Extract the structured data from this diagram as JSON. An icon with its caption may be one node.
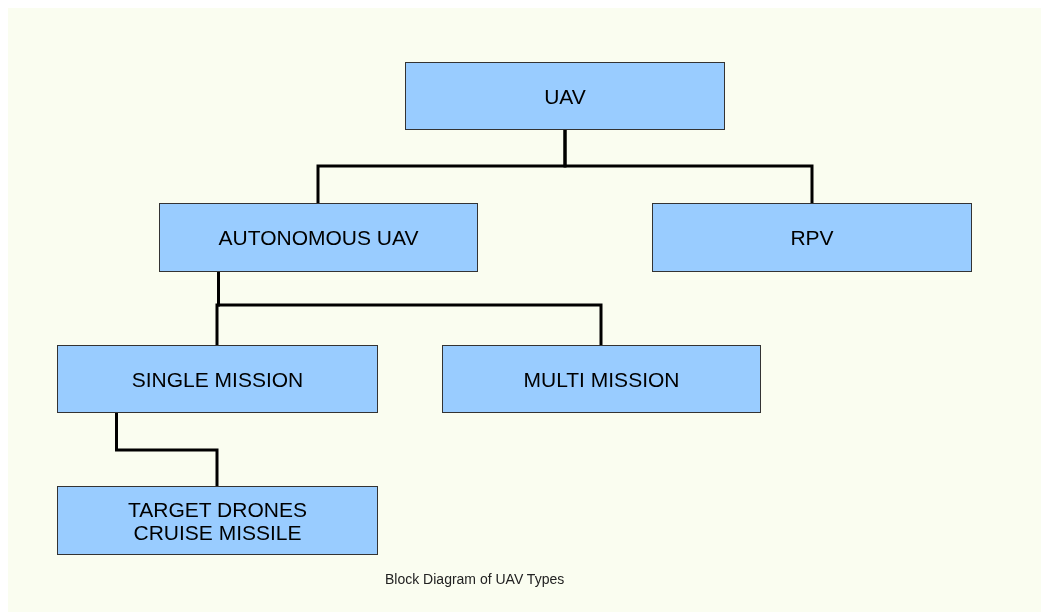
{
  "diagram": {
    "caption": "Block Diagram of UAV Types",
    "nodes": [
      {
        "text": [
          "UAV"
        ]
      },
      {
        "text": [
          "AUTONOMOUS UAV"
        ]
      },
      {
        "text": [
          "RPV"
        ]
      },
      {
        "text": [
          "SINGLE MISSION"
        ]
      },
      {
        "text": [
          "MULTI MISSION"
        ]
      },
      {
        "text": [
          "TARGET DRONES CRUISE MISSILE"
        ]
      }
    ],
    "edges": [
      {
        "from": 0,
        "to": 1,
        "arrow": "none"
      },
      {
        "from": 0,
        "to": 2,
        "arrow": "none"
      },
      {
        "from": 1,
        "to": 3,
        "arrow": "none"
      },
      {
        "from": 1,
        "to": 4,
        "arrow": "none"
      },
      {
        "from": 3,
        "to": 5,
        "arrow": "none"
      }
    ]
  }
}
